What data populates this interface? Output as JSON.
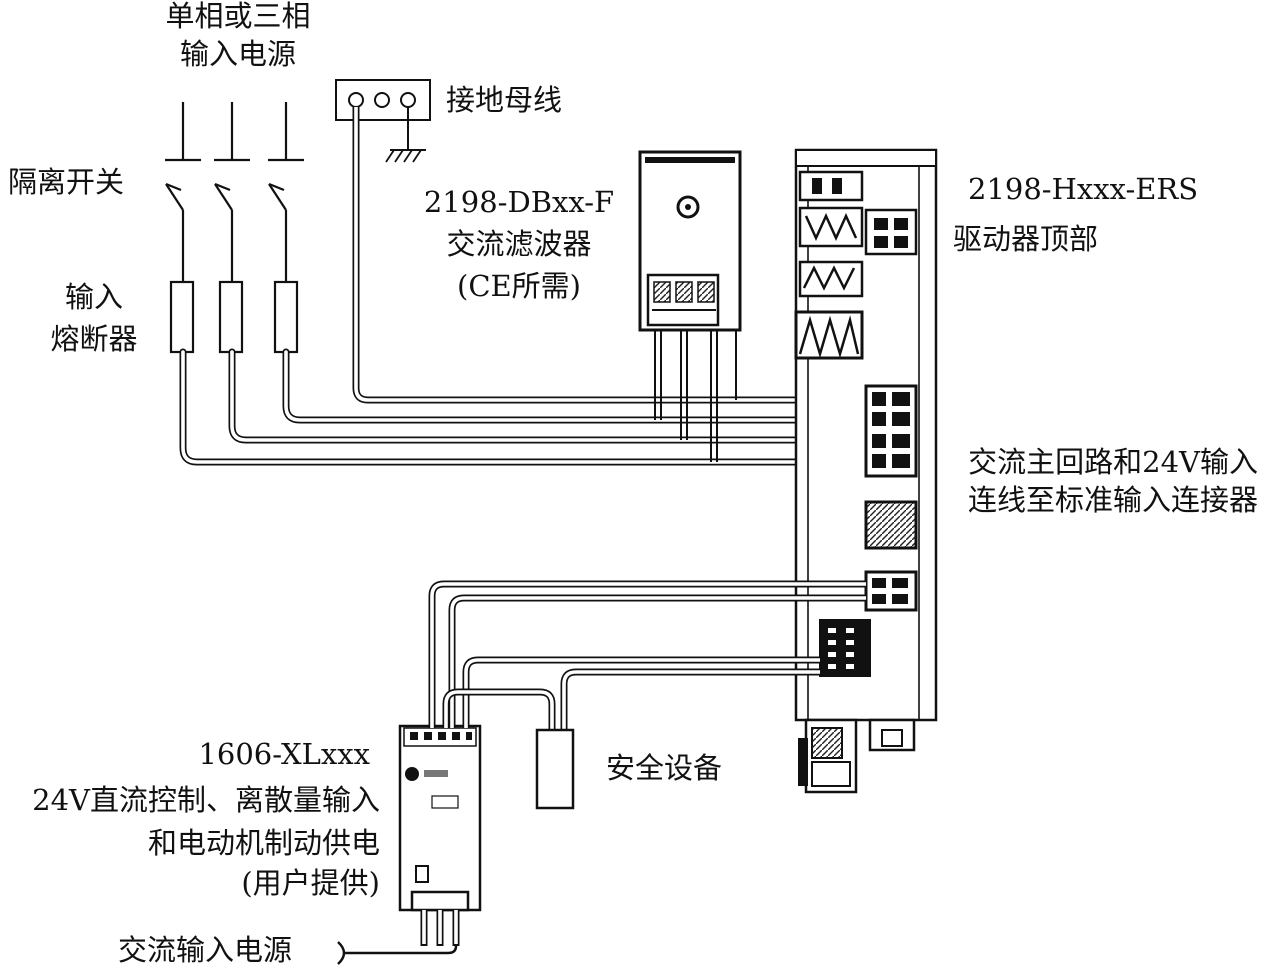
{
  "labels": {
    "input_power": [
      "单相或三相",
      "输入电源"
    ],
    "ground_bus": "接地母线",
    "isolation_switch": "隔离开关",
    "input_fuses": [
      "输入",
      "熔断器"
    ],
    "ac_filter": [
      "2198-DBxx-F",
      "交流滤波器",
      "(CE所需)"
    ],
    "drive": [
      "2198-Hxxx-ERS",
      "驱动器顶部"
    ],
    "mains_wiring": [
      "交流主回路和24V输入",
      "连线至标准输入连接器"
    ],
    "psu": [
      "1606-XLxxx",
      "24V直流控制、离散量输入",
      "和电动机制动供电",
      "(用户提供)"
    ],
    "safety_device": "安全设备",
    "ac_input_power": "交流输入电源"
  }
}
